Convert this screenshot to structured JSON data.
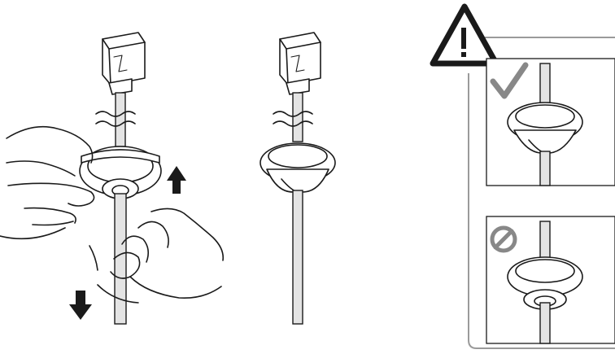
{
  "figure": {
    "panels": [
      {
        "step": "pull-cable-through-grommet",
        "arrows": [
          "up",
          "down"
        ]
      },
      {
        "step": "grommet-seated-on-cable"
      }
    ],
    "warning": {
      "icon": "warning-triangle-icon",
      "correct_icon": "checkmark-icon",
      "incorrect_icon": "prohibited-icon",
      "colors": {
        "border": "#9a9a9a",
        "check": "#888888",
        "prohibited": "#888888"
      }
    }
  }
}
